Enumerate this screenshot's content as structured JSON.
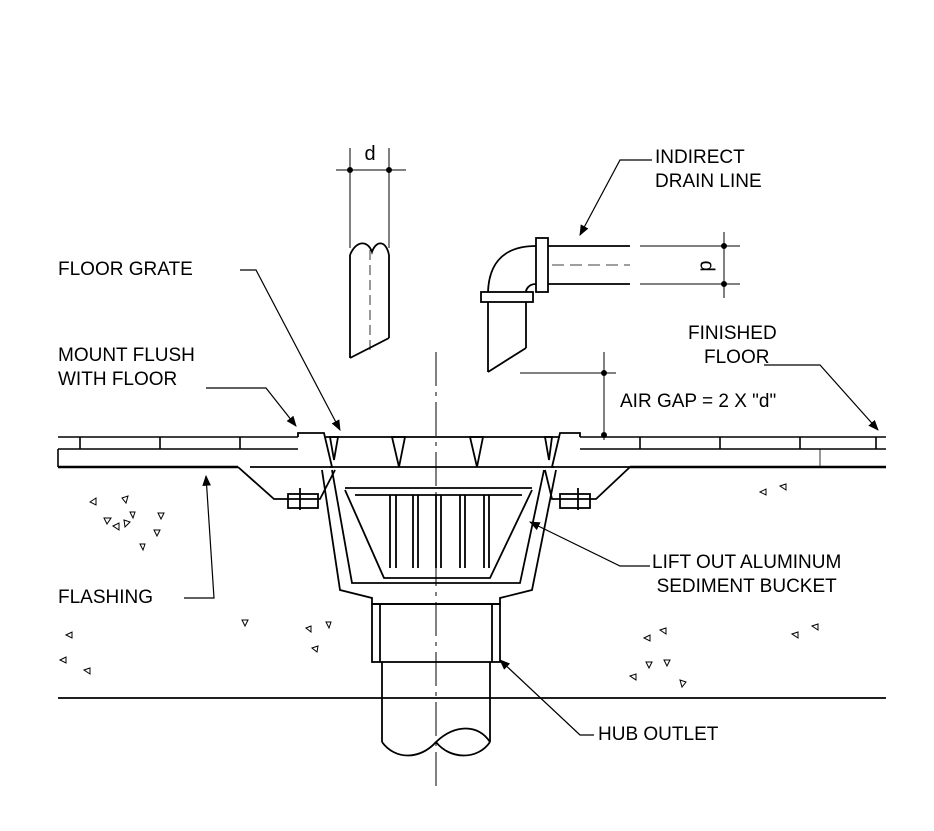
{
  "labels": {
    "indirect_drain_line": [
      "INDIRECT",
      "DRAIN LINE"
    ],
    "floor_grate": "FLOOR GRATE",
    "mount_flush": [
      "MOUNT FLUSH",
      "WITH FLOOR"
    ],
    "finished_floor": [
      "FINISHED",
      "FLOOR"
    ],
    "air_gap": "AIR GAP = 2 X \"d\"",
    "lift_out_bucket": [
      "LIFT OUT ALUMINUM",
      "SEDIMENT BUCKET"
    ],
    "flashing": "FLASHING",
    "hub_outlet": "HUB OUTLET"
  },
  "dimensions": {
    "pipe_diameter": "d",
    "elbow_diameter": "d"
  }
}
